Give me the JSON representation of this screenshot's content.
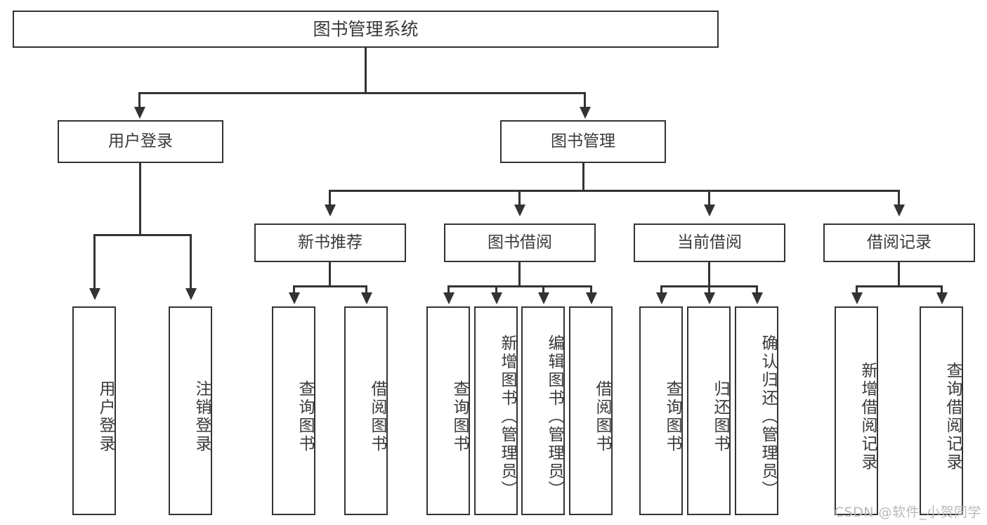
{
  "diagram": {
    "title": "图书管理系统",
    "type": "tree-hierarchy-chart",
    "colors": {
      "box_border": "#333333",
      "box_fill": "#ffffff",
      "text": "#3a3a3a",
      "connector": "#333333",
      "watermark": "#b9b9b9",
      "background": "#ffffff"
    },
    "root": {
      "label": "图书管理系统"
    },
    "level2": [
      {
        "label": "用户登录"
      },
      {
        "label": "图书管理"
      }
    ],
    "level3": [
      {
        "label": "新书推荐"
      },
      {
        "label": "图书借阅"
      },
      {
        "label": "当前借阅"
      },
      {
        "label": "借阅记录"
      }
    ],
    "leaves": {
      "user_login": [
        {
          "label": "用户登录"
        },
        {
          "label": "注销登录"
        }
      ],
      "new_book_recommend": [
        {
          "label": "查询图书"
        },
        {
          "label": "借阅图书"
        }
      ],
      "book_borrow": [
        {
          "label": "查询图书"
        },
        {
          "label": "新增图书（管理员）"
        },
        {
          "label": "编辑图书（管理员）"
        },
        {
          "label": "借阅图书"
        }
      ],
      "current_borrow": [
        {
          "label": "查询图书"
        },
        {
          "label": "归还图书"
        },
        {
          "label": "确认归还（管理员）"
        }
      ],
      "borrow_record": [
        {
          "label": "新增借阅记录"
        },
        {
          "label": "查询借阅记录"
        }
      ]
    }
  },
  "watermark": {
    "text": "CSDN @软件_小贺同学"
  }
}
